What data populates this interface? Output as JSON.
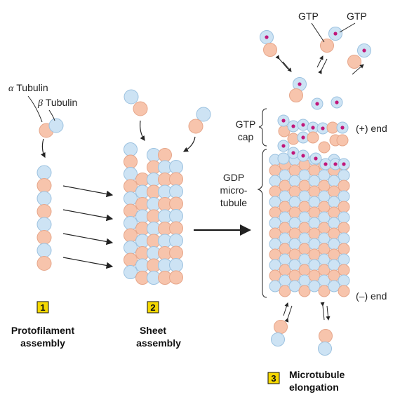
{
  "colors": {
    "alpha_fill": "#f7c4ac",
    "alpha_stroke": "#e6a68a",
    "beta_fill": "#cde3f4",
    "beta_stroke": "#9cc2e0",
    "gtp_dot": "#c0177a",
    "badge_fill": "#f5d800",
    "badge_text": "#111111"
  },
  "labels": {
    "alpha_symbol": "α",
    "alpha_text": " Tubulin",
    "beta_symbol": "β",
    "beta_text": " Tubulin",
    "gtp_left": "GTP",
    "gtp_right": "GTP",
    "gtp_cap_line1": "GTP",
    "gtp_cap_line2": "cap",
    "gdp_line1": "GDP",
    "gdp_line2": "micro-",
    "gdp_line3": "tubule",
    "plus_end": "(+) end",
    "minus_end": "(–) end"
  },
  "steps": [
    {
      "number": "1",
      "line1": "Protofilament",
      "line2": "assembly"
    },
    {
      "number": "2",
      "line1": "Sheet",
      "line2": "assembly"
    },
    {
      "number": "3",
      "line1": "Microtubule",
      "line2": "elongation"
    }
  ]
}
